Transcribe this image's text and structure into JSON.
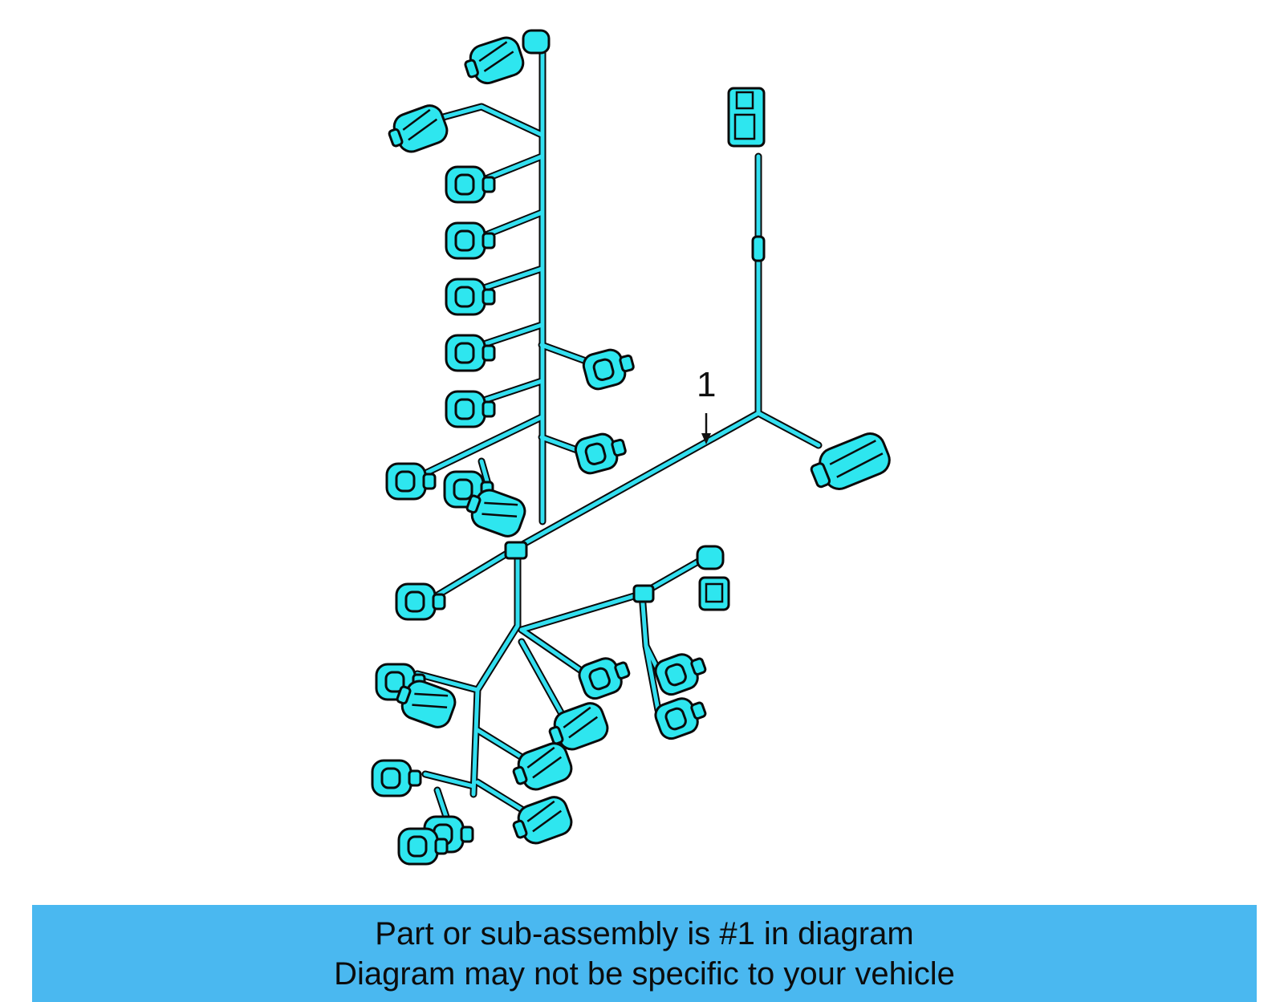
{
  "diagram": {
    "callout_label": "1",
    "colors": {
      "connector_fill": "#2ee6ef",
      "wire_fill": "#33dff0",
      "outline": "#0a0a0a",
      "banner_bg": "#4ab8f0"
    },
    "connector_count": 30
  },
  "banner": {
    "line1": "Part or sub-assembly is #1 in diagram",
    "line2": "Diagram may not be specific to your vehicle"
  }
}
